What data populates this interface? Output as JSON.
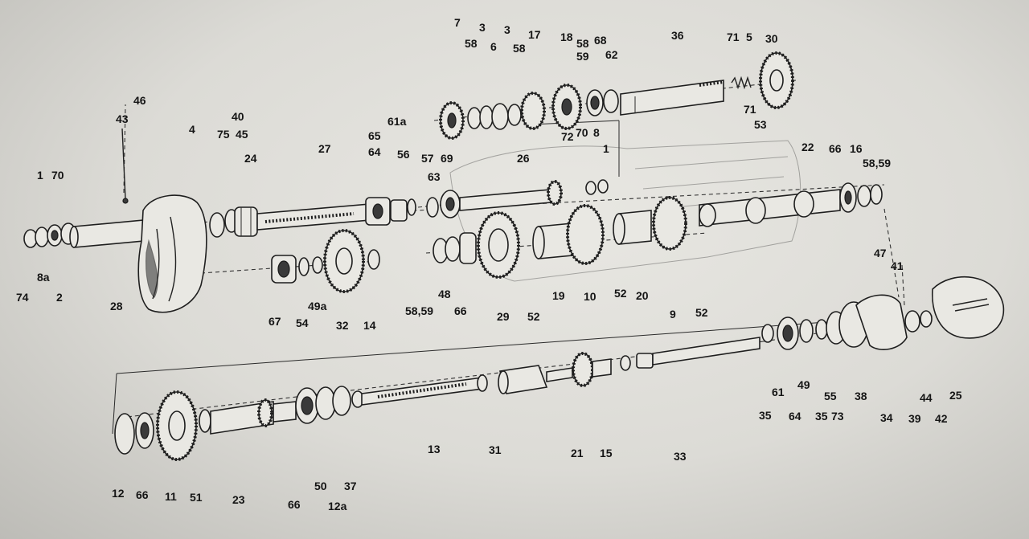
{
  "labels": [
    "1",
    "70",
    "8a",
    "2",
    "74",
    "28",
    "43",
    "46",
    "4",
    "40",
    "75",
    "45",
    "24",
    "27",
    "65",
    "64",
    "61a",
    "56",
    "67",
    "54",
    "49a",
    "32",
    "14",
    "7",
    "58",
    "3",
    "6",
    "3",
    "58",
    "17",
    "18",
    "58",
    "59",
    "68",
    "62",
    "36",
    "71",
    "5",
    "30",
    "71",
    "53",
    "57",
    "63",
    "69",
    "26",
    "72",
    "70",
    "8",
    "1",
    "22",
    "66",
    "16",
    "58,59",
    "58,59",
    "48",
    "66",
    "29",
    "52",
    "19",
    "10",
    "52",
    "20",
    "9",
    "52",
    "47",
    "41",
    "12",
    "66",
    "11",
    "51",
    "23",
    "66",
    "50",
    "12a",
    "37",
    "13",
    "31",
    "21",
    "15",
    "33",
    "35",
    "61",
    "64",
    "49",
    "35",
    "55",
    "73",
    "38",
    "34",
    "39",
    "44",
    "42",
    "25"
  ]
}
